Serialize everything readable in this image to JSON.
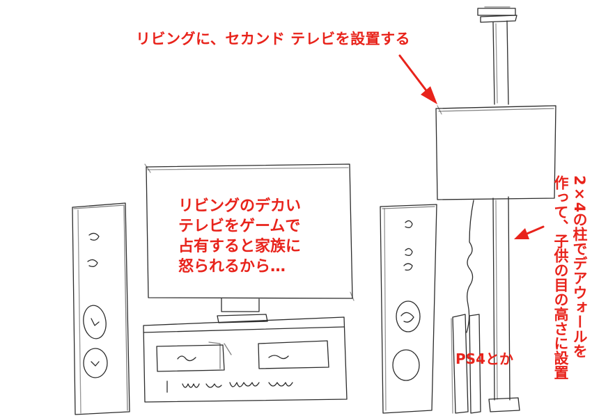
{
  "annotations": {
    "top": "リビングに、セカンド テレビを設置する",
    "tv_lines": [
      "リビングのデカい",
      "テレビをゲームで",
      "占有すると家族に",
      "怒られるから…"
    ],
    "ps": "PS4とか",
    "vertical_lines": [
      "2×4の柱でデアウォールを",
      "作って、子供の目の高さに設置"
    ]
  },
  "colors": {
    "annotation": "#e8231b",
    "pencil": "#2b2b2b",
    "paper": "#ffffff"
  }
}
